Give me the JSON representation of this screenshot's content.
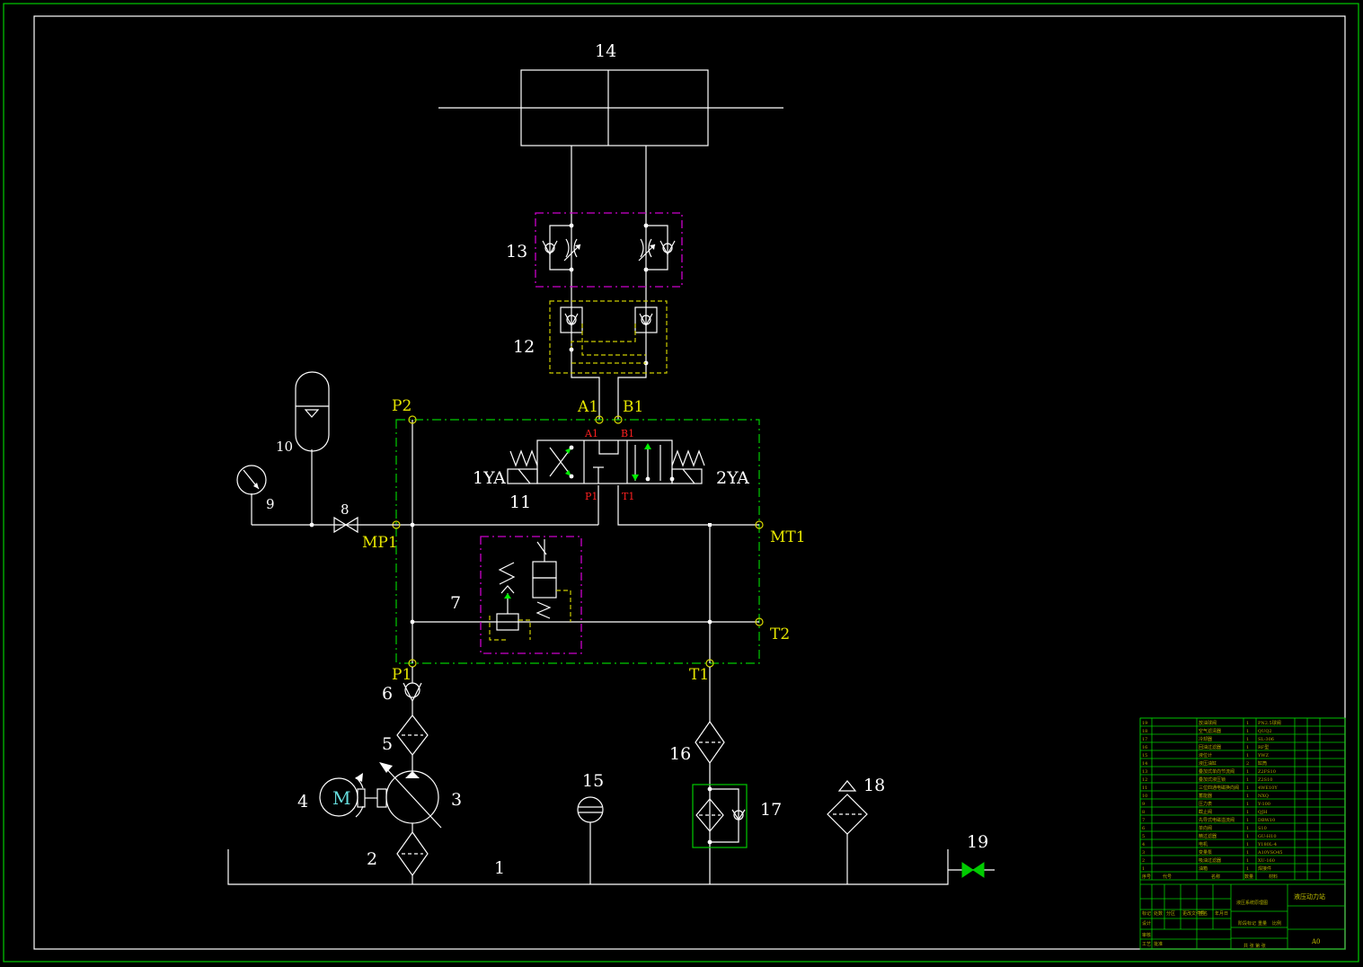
{
  "components": [
    {
      "num": "1"
    },
    {
      "num": "2"
    },
    {
      "num": "3"
    },
    {
      "num": "4"
    },
    {
      "num": "5"
    },
    {
      "num": "6"
    },
    {
      "num": "7"
    },
    {
      "num": "8"
    },
    {
      "num": "9"
    },
    {
      "num": "10"
    },
    {
      "num": "11"
    },
    {
      "num": "12"
    },
    {
      "num": "13"
    },
    {
      "num": "14"
    },
    {
      "num": "15"
    },
    {
      "num": "16"
    },
    {
      "num": "17"
    },
    {
      "num": "18"
    },
    {
      "num": "19"
    }
  ],
  "ports": {
    "p2": "P2",
    "a1": "A1",
    "b1": "B1",
    "mp1": "MP1",
    "mt1": "MT1",
    "t2": "T2",
    "p1": "P1",
    "t1": "T1"
  },
  "valve_ports": {
    "a1": "A1",
    "b1": "B1",
    "p1": "P1",
    "t1": "T1"
  },
  "solenoids": {
    "left": "1YA",
    "right": "2YA"
  },
  "motor_symbol": "M",
  "title_block": {
    "title": "液压动力站",
    "drawing_name": "液压系统原理图",
    "scale": "A0",
    "footer": "共 张  第 张",
    "rows": [
      {
        "no": "19",
        "name": "放油球阀",
        "qty": "1",
        "spec": "PN2.5球阀"
      },
      {
        "no": "18",
        "name": "空气滤清器",
        "qty": "1",
        "spec": "QUQ2"
      },
      {
        "no": "17",
        "name": "冷却器",
        "qty": "1",
        "spec": "SL-306"
      },
      {
        "no": "16",
        "name": "回油过滤器",
        "qty": "1",
        "spec": "RF型"
      },
      {
        "no": "15",
        "name": "液位计",
        "qty": "1",
        "spec": "YWZ"
      },
      {
        "no": "14",
        "name": "液压油缸",
        "qty": "2",
        "spec": "缸筒"
      },
      {
        "no": "13",
        "name": "叠加式单向节流阀",
        "qty": "1",
        "spec": "Z2FS10"
      },
      {
        "no": "12",
        "name": "叠加式液压锁",
        "qty": "1",
        "spec": "Z2S10"
      },
      {
        "no": "11",
        "name": "三位四通电磁换向阀",
        "qty": "1",
        "spec": "4WE10Y"
      },
      {
        "no": "10",
        "name": "蓄能器",
        "qty": "1",
        "spec": "NXQ"
      },
      {
        "no": "9",
        "name": "压力表",
        "qty": "1",
        "spec": "Y-100"
      },
      {
        "no": "8",
        "name": "截止阀",
        "qty": "1",
        "spec": "QJH"
      },
      {
        "no": "7",
        "name": "先导式电磁溢流阀",
        "qty": "1",
        "spec": "DBW10"
      },
      {
        "no": "6",
        "name": "单向阀",
        "qty": "1",
        "spec": "S10"
      },
      {
        "no": "5",
        "name": "精过滤器",
        "qty": "1",
        "spec": "GU-H10"
      },
      {
        "no": "4",
        "name": "电机",
        "qty": "1",
        "spec": "Y180L-4"
      },
      {
        "no": "3",
        "name": "变量泵",
        "qty": "1",
        "spec": "A10VSO45"
      },
      {
        "no": "2",
        "name": "吸油过滤器",
        "qty": "1",
        "spec": "XU-160"
      },
      {
        "no": "1",
        "name": "油箱",
        "qty": "1",
        "spec": "焊接件"
      }
    ],
    "header": {
      "no": "序号",
      "code": "代号",
      "name": "名称",
      "qty": "数量",
      "material": "材料"
    },
    "sign_labels": [
      "标记",
      "处数",
      "分区",
      "更改文件号",
      "签名",
      "年月日",
      "设计",
      "审核",
      "工艺",
      "批准"
    ],
    "meta_labels": [
      "阶段标记",
      "重量",
      "比例"
    ]
  }
}
